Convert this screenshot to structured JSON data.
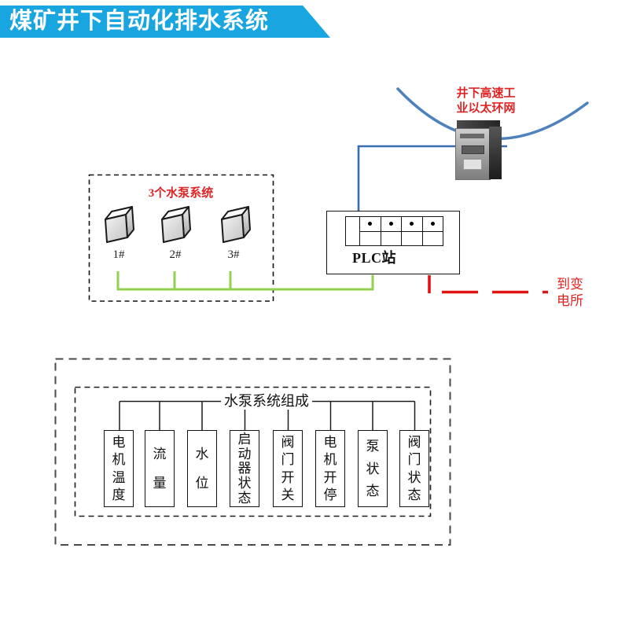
{
  "banner": {
    "title": "煤矿井下自动化排水系统"
  },
  "network": {
    "label": "井下高速工业以太环网",
    "label_lines": [
      "井下高速工",
      "业以太环网"
    ],
    "device_icon": "mine-ethernet-switch"
  },
  "pump_group": {
    "title": "3个水泵系统",
    "pumps": [
      {
        "label": "1#"
      },
      {
        "label": "2#"
      },
      {
        "label": "3#"
      }
    ]
  },
  "plc": {
    "label": "PLC站",
    "port_count": 4
  },
  "power": {
    "label": "到变电所",
    "label_lines": [
      "到变",
      "电所"
    ]
  },
  "composition": {
    "title": "水泵系统组成",
    "items": [
      "电机温度",
      "流量",
      "水位",
      "启动器状态",
      "阀门开关",
      "电机开停",
      "泵状态",
      "阀门状态"
    ]
  },
  "colors": {
    "banner_bg": "#18a5e0",
    "ethernet_blue": "#4f81bd",
    "pump_link_green": "#92d050",
    "power_red": "#e01212",
    "red_text": "#e02424"
  }
}
